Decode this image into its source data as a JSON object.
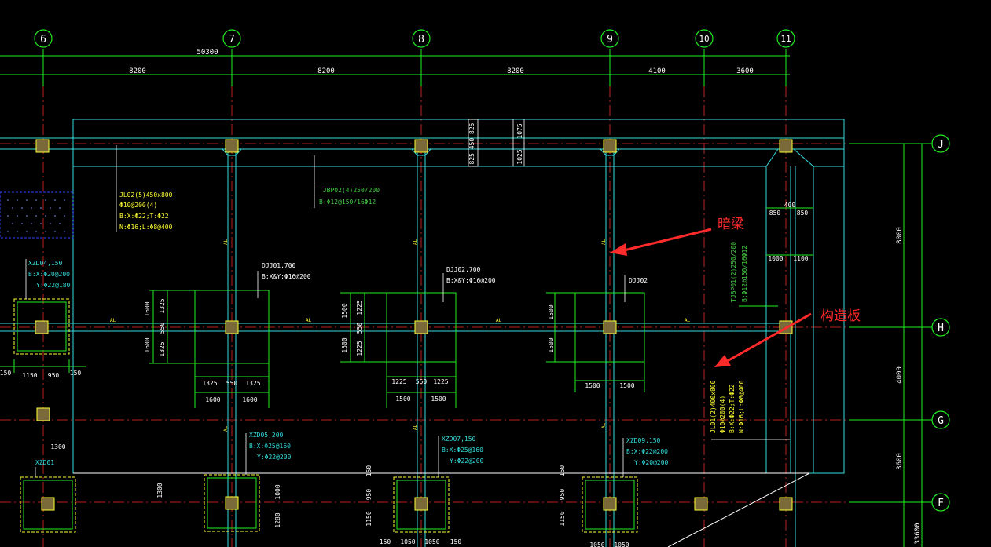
{
  "colors": {
    "background": "#000000",
    "grid_line": "#cc2222",
    "axis_circle": "#22ee22",
    "dimension": "#22ee22",
    "dim_text": "#ffffff",
    "wall": "#33dddd",
    "beam_label": "#ffff33",
    "slab_label": "#44cc44",
    "annotation": "#ff2a2a",
    "column_fill": "#7a6a3a",
    "column_edge": "#ffff33",
    "hatch": "#3344ff"
  },
  "axes_vertical": [
    "6",
    "7",
    "8",
    "9",
    "10",
    "11"
  ],
  "axes_horizontal": [
    "J",
    "H",
    "G",
    "F"
  ],
  "dimensions": {
    "overall_top": "50300",
    "top_spans": [
      "8200",
      "8200",
      "8200",
      "4100",
      "3600"
    ],
    "right_spans": [
      "8000",
      "4000",
      "3600"
    ],
    "right_overall": "33600",
    "beam_section": [
      "825",
      "450",
      "825",
      "1075",
      "1025"
    ],
    "right_detail": [
      "400",
      "850",
      "850",
      "1000",
      "1100"
    ],
    "footing_7": {
      "left": [
        "1600",
        "1325",
        "550",
        "1600",
        "1325"
      ],
      "bottom_1": [
        "1325",
        "550",
        "1325"
      ],
      "bottom_2": [
        "1600",
        "1600"
      ]
    },
    "footing_8": {
      "left": [
        "1500",
        "1225",
        "550",
        "1500",
        "1225"
      ],
      "bottom_1": [
        "1225",
        "550",
        "1225"
      ],
      "bottom_2": [
        "1500",
        "1500"
      ]
    },
    "footing_9": {
      "left": [
        "1500",
        "1500"
      ],
      "bottom": [
        "1500",
        "1500"
      ]
    },
    "footing_6": {
      "bottom": [
        "150",
        "1150",
        "950",
        "150"
      ]
    },
    "misc": [
      "1300",
      "1300",
      "1000",
      "1280",
      "950",
      "1150",
      "950",
      "1150",
      "1050",
      "1050",
      "150",
      "150",
      "150",
      "150",
      "1050",
      "1050"
    ]
  },
  "labels": {
    "jl02": [
      "JL02(5)450x800",
      "Φ10@200(4)",
      "B:X:Φ22;T:Φ22",
      "N:Φ16;L:Φ8@400"
    ],
    "tjbp02": [
      "TJBP02(4)250/200",
      "B:Φ12@150/16Φ12"
    ],
    "tjbp01": [
      "TJBP01(2)250/200",
      "B:Φ12@150/16Φ12"
    ],
    "jl01": [
      "JL01(2)400x800",
      "Φ10@200(4)",
      "B:X:Φ22;T:Φ22",
      "N:Φ16;L:Φ8@400"
    ],
    "dj01": [
      "DJJ01,700",
      "B:X&Y:Φ16@200"
    ],
    "dj02": [
      "DJJ02,700",
      "B:X&Y:Φ16@200"
    ],
    "dj03": [
      "DJJ02"
    ],
    "xzd04": [
      "XZD04,150",
      "B:X:Φ20@200",
      "Y:Φ22@180"
    ],
    "xzd05": [
      "XZD05,200",
      "B:X:Φ25@160",
      "Y:Φ22@200"
    ],
    "xzd07": [
      "XZD07,150",
      "B:X:Φ25@160",
      "Y:Φ22@200"
    ],
    "xzd09": [
      "XZD09,150",
      "B:X:Φ22@200",
      "Y:Φ20@200"
    ],
    "xzd01": [
      "XZD01"
    ],
    "al": "AL"
  },
  "annotations": {
    "dark_beam": "暗梁",
    "structural_slab": "构造板"
  }
}
